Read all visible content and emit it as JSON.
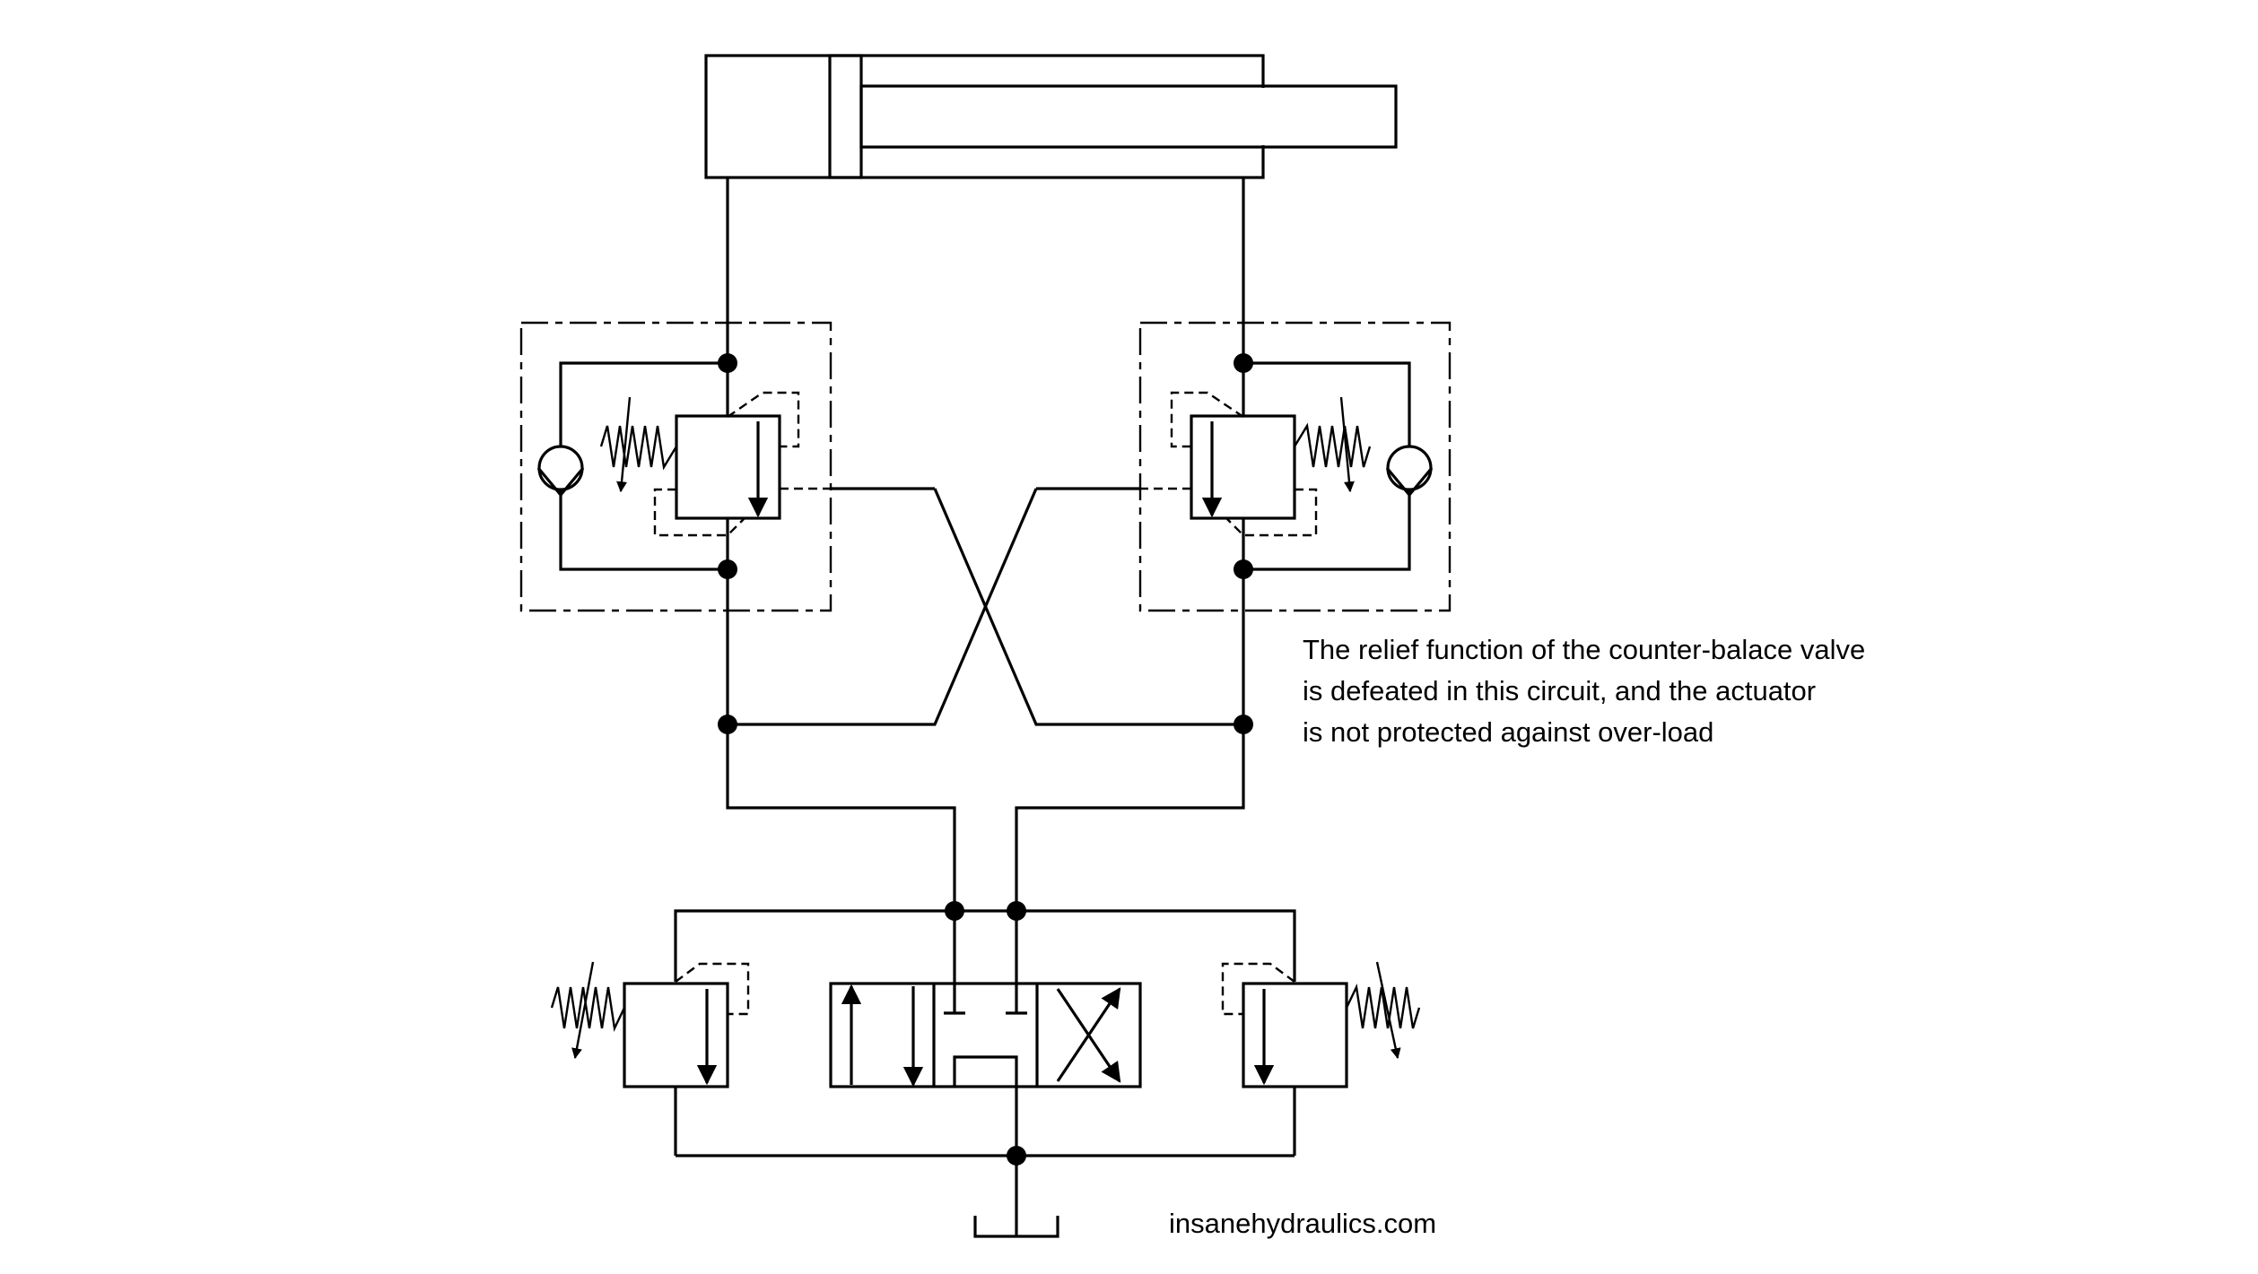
{
  "note": {
    "lines": [
      "The relief function of the counter-balace valve",
      "is defeated in this circuit, and the actuator",
      "is not protected against over-load"
    ]
  },
  "credit": "insanehydraulics.com"
}
